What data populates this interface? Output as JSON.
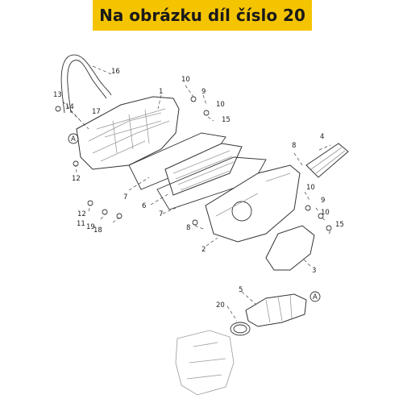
{
  "title": "Na obrázku díl číslo 20",
  "colors": {
    "banner": "#f5c400",
    "line": "#333333"
  },
  "callouts": [
    {
      "id": "c16",
      "text": "16"
    },
    {
      "id": "c1",
      "text": "1"
    },
    {
      "id": "c13",
      "text": "13"
    },
    {
      "id": "c14",
      "text": "14"
    },
    {
      "id": "c17",
      "text": "17"
    },
    {
      "id": "c10a",
      "text": "10"
    },
    {
      "id": "c9a",
      "text": "9"
    },
    {
      "id": "c10b",
      "text": "10"
    },
    {
      "id": "c15a",
      "text": "15"
    },
    {
      "id": "cAa",
      "text": "A"
    },
    {
      "id": "c12a",
      "text": "12"
    },
    {
      "id": "c7a",
      "text": "7"
    },
    {
      "id": "c6",
      "text": "6"
    },
    {
      "id": "c7b",
      "text": "7"
    },
    {
      "id": "c8a",
      "text": "8"
    },
    {
      "id": "c4",
      "text": "4"
    },
    {
      "id": "c10c",
      "text": "10"
    },
    {
      "id": "c9b",
      "text": "9"
    },
    {
      "id": "c10d",
      "text": "10"
    },
    {
      "id": "c15b",
      "text": "15"
    },
    {
      "id": "c12b",
      "text": "12"
    },
    {
      "id": "c11",
      "text": "11"
    },
    {
      "id": "c19",
      "text": "19"
    },
    {
      "id": "c18",
      "text": "18"
    },
    {
      "id": "c8b",
      "text": "8"
    },
    {
      "id": "c2",
      "text": "2"
    },
    {
      "id": "c3",
      "text": "3"
    },
    {
      "id": "c5",
      "text": "5"
    },
    {
      "id": "cAb",
      "text": "A"
    },
    {
      "id": "c20",
      "text": "20"
    }
  ]
}
